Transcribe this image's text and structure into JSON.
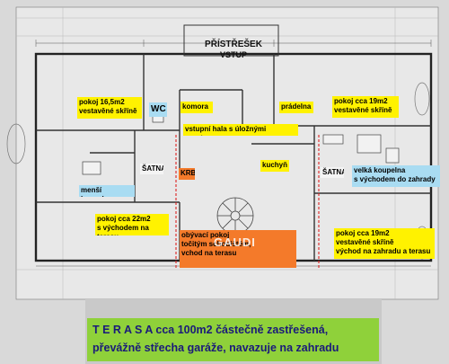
{
  "plan": {
    "entrance_title": "PŘÍSTŘEŠEK",
    "entrance_sub": "VSTUP",
    "watermark": "GAUDI",
    "rooms": {
      "room_nw": [
        "pokoj 16,5m2",
        "vestavěné skříně"
      ],
      "wc": "WC",
      "komora": "komora",
      "pradelna": "prádelna",
      "room_ne": [
        "pokoj cca 19m2",
        "vestavěné skříně"
      ],
      "hall": "vstupní hala s úložnými prostory",
      "satna_left": "ŠATNA",
      "krb": "KRB",
      "kuchyn": "kuchyň",
      "satna_right": "ŠATNA",
      "bath_large": [
        "velká koupelna",
        "s východem do zahrady"
      ],
      "bath_small": "menší koupelna",
      "room_w": [
        "pokoj cca 22m2",
        "s východem na terasu"
      ],
      "room_se": [
        "pokoj cca 19m2",
        "vestavěné skříně",
        "východ na zahradu a terasu"
      ],
      "living": [
        "obývací pokoj",
        "točitým schodištěm,",
        "vchod na terasu"
      ]
    },
    "terrace": {
      "line1": "T E R A S A  cca 100m2 částečně zastřešená,",
      "line2": "převážně střecha garáže, navazuje na zahradu"
    }
  }
}
